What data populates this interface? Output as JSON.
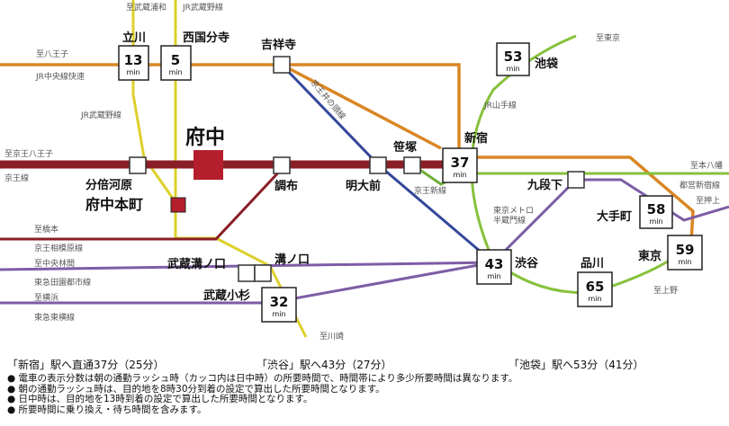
{
  "destinations": {
    "musashi_urawa": "至武蔵浦和",
    "jr_musashino_top": "JR武蔵野線",
    "hachioji": "至八王子",
    "jr_chuo_rapid": "JR中央線快速",
    "jr_musashino_left": "JR武蔵野線",
    "keio_hachioji": "至京王八王子",
    "keio_line": "京王線",
    "hashimoto": "至橋本",
    "keio_sagamihara": "京王相模原線",
    "chuo_rinkan": "至中央林間",
    "tokyu_denentoshi": "東急田園都市線",
    "yokohama": "至横浜",
    "tokyu_toyoko": "東急東横線",
    "kawasaki": "至川崎",
    "tokyo_top": "至東京",
    "jr_yamanote": "JR山手線",
    "keio_inokashira": "京王井の頭線",
    "keio_shinsen": "京王新線",
    "metro_hanzomon_1": "東京メトロ",
    "metro_hanzomon_2": "半蔵門線",
    "motoyawata": "至本八幡",
    "toei_shinjuku": "都営新宿線",
    "oshiage": "至押上",
    "ueno": "至上野"
  },
  "stations": {
    "tachikawa": "立川",
    "nishikokubunji": "西国分寺",
    "kichijoji": "吉祥寺",
    "fuchu": "府中",
    "bubaigawara": "分倍河原",
    "fuchuhonmachi": "府中本町",
    "chofu": "調布",
    "meidaimae": "明大前",
    "sasazuka": "笹塚",
    "shinjuku": "新宿",
    "ikebukuro": "池袋",
    "kudanshita": "九段下",
    "otemachi": "大手町",
    "tokyo": "東京",
    "shinagawa": "品川",
    "shibuya": "渋谷",
    "musashi_mizonokuchi": "武蔵溝ノ口",
    "mizonokuchi": "溝ノ口",
    "musashi_kosugi": "武蔵小杉"
  },
  "times": {
    "unit": "min",
    "tachikawa": "13",
    "nishikokubunji": "5",
    "shinjuku": "37",
    "ikebukuro": "53",
    "otemachi": "58",
    "tokyo": "59",
    "shinagawa": "65",
    "shibuya": "43",
    "musashi_kosugi": "32"
  },
  "line_colors": {
    "chuo": "#d98624",
    "musashino": "#ddd02c",
    "keio": "#8a1e26",
    "inokashira": "#34479c",
    "yamanote": "#86c13c",
    "hanzomon": "#7d5da6",
    "denentoshi_toyoko": "#7d5da6",
    "toei_shinjuku": "#86c13c",
    "fuchu_marker": "#b51f2d"
  },
  "summary": {
    "shinjuku": "「新宿」駅へ直通37分（25分）",
    "shibuya": "「渋谷」駅へ43分（27分）",
    "ikebukuro": "「池袋」駅へ53分（41分）"
  },
  "notes": [
    "電車の表示分数は朝の通勤ラッシュ時（カッコ内は日中時）の所要時間で、時間帯により多少所要時間は異なります。",
    "朝の通勤ラッシュ時は、目的地を8時30分到着の設定で算出した所要時間となります。",
    "日中時は、目的地を13時到着の設定で算出した所要時間となります。",
    "所要時間に乗り換え・待ち時間を含みます。"
  ]
}
